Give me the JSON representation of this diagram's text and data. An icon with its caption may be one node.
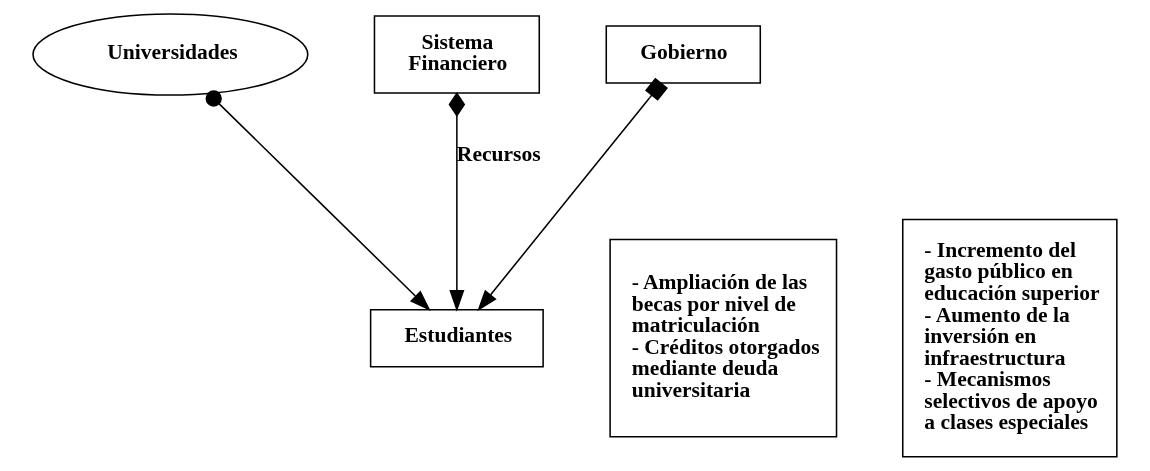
{
  "diagram": {
    "nodes": [
      {
        "text": [
          "Universidades"
        ]
      },
      {
        "text": [
          "Sistema Financiero"
        ]
      },
      {
        "text": [
          "Gobierno"
        ]
      },
      {
        "text": [
          "- Ampliación de las becas por nivel de matriculación",
          "- Créditos otorgados mediante deuda universitaria"
        ]
      },
      {
        "text": [
          "Estudiantes"
        ]
      },
      {
        "text": [
          "- Incremento del gasto público en educación superior",
          "- Aumento de la inversión en infraestructura",
          "- Mecanismos selectivos de apoyo a clases especiales"
        ]
      }
    ],
    "edges": [
      {
        "from": 0,
        "to": 4,
        "arrow": "to"
      },
      {
        "from": 1,
        "to": 4,
        "arrow": "to",
        "label": "Recursos"
      },
      {
        "from": 2,
        "to": 4,
        "arrow": "to"
      }
    ]
  }
}
